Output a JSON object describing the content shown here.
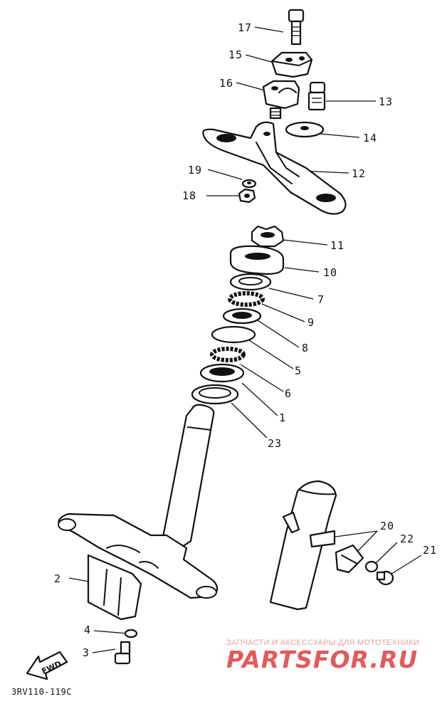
{
  "diagram": {
    "part_numbers": {
      "p1": "1",
      "p2": "2",
      "p3": "3",
      "p4": "4",
      "p5": "5",
      "p6": "6",
      "p7": "7",
      "p8": "8",
      "p9": "9",
      "p10": "10",
      "p11": "11",
      "p12": "12",
      "p13": "13",
      "p14": "14",
      "p15": "15",
      "p16": "16",
      "p17": "17",
      "p18": "18",
      "p19": "19",
      "p20": "20",
      "p21": "21",
      "p22": "22",
      "p23": "23"
    },
    "fwd_label": "FWD",
    "drawing_code": "3RV110-119C"
  },
  "watermark": {
    "tagline": "ЗАПЧАСТИ И АКСЕССУАРЫ ДЛЯ МОТОТЕХНИКИ",
    "brand": "PARTSFOR.RU",
    "color": "#e35a5a"
  }
}
